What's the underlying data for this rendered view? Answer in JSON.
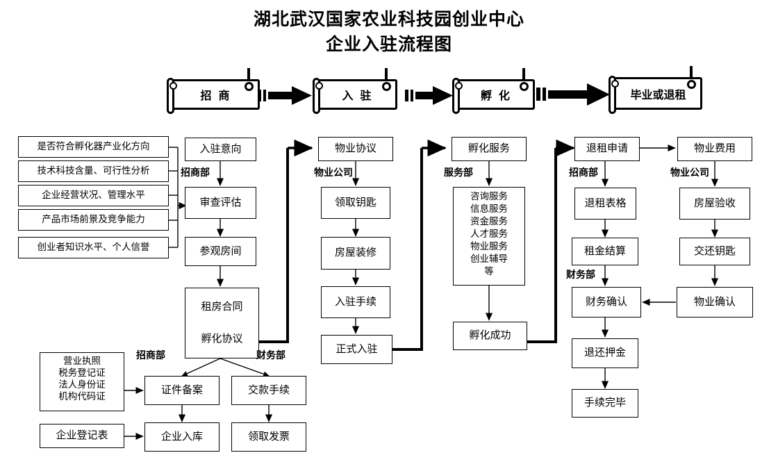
{
  "title": {
    "line1": "湖北武汉国家农业科技园创业中心",
    "line2": "企业入驻流程图"
  },
  "stages": [
    {
      "label": "招  商"
    },
    {
      "label": "入  驻"
    },
    {
      "label": "孵  化"
    },
    {
      "label": "毕业或退租"
    }
  ],
  "departments": {
    "zhaoshang": "招商部",
    "wuye": "物业公司",
    "fuwu": "服务部",
    "caiwu": "财务部"
  },
  "criteria": [
    "是否符合孵化器产业化方向",
    "技术科技含量、可行性分析",
    "企业经营状况、管理水平",
    "产品市场前景及竞争能力",
    "创业者知识水平、个人信誉"
  ],
  "col_recruit": {
    "intent": "入驻意向",
    "dept": "招商部",
    "review": "审查评估",
    "visit": "参观房间",
    "contract_line1": "租房合同",
    "contract_line2": "孵化协议"
  },
  "col_movein": {
    "agreement": "物业协议",
    "dept": "物业公司",
    "keys": "领取钥匙",
    "renovate": "房屋装修",
    "procedures": "入驻手续",
    "official": "正式入驻"
  },
  "col_incubate": {
    "service": "孵化服务",
    "dept": "服务部",
    "service_list": "咨询服务\n信息服务\n资金服务\n人才服务\n物业服务\n创业辅导\n等",
    "success": "孵化成功"
  },
  "col_exit": {
    "apply": "退租申请",
    "dept1": "招商部",
    "form": "退租表格",
    "rent_settle": "租金结算",
    "dept2": "财务部",
    "finance_confirm": "财务确认",
    "deposit_return": "退还押金",
    "done": "手续完毕"
  },
  "col_property": {
    "fee": "物业费用",
    "dept": "物业公司",
    "inspect": "房屋验收",
    "return_keys": "交还钥匙",
    "confirm": "物业确认"
  },
  "bottom": {
    "docs": "营业执照\n税务登记证\n法人身份证\n机构代码证",
    "reg_form": "企业登记表",
    "dept_left": "招商部",
    "dept_right": "财务部",
    "filing": "证件备案",
    "payment": "交款手续",
    "enter_db": "企业入库",
    "invoice": "领取发票"
  },
  "colors": {
    "line": "#000000",
    "background": "#ffffff"
  }
}
